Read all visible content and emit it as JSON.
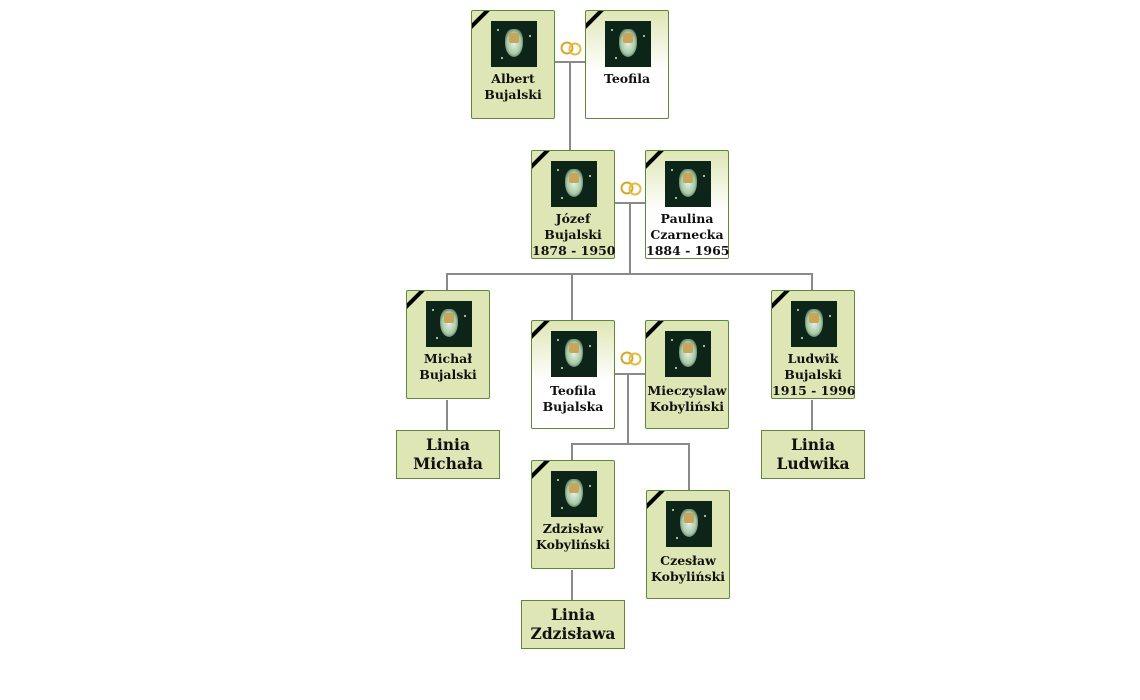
{
  "persons": {
    "albert": {
      "first": "Albert",
      "last": "Bujalski",
      "dates": ""
    },
    "teofila_sr": {
      "first": "Teofila",
      "last": "",
      "dates": ""
    },
    "jozef": {
      "first": "Józef",
      "last": "Bujalski",
      "dates": "1878 - 1950"
    },
    "paulina": {
      "first": "Paulina",
      "last": "Czarnecka",
      "dates": "1884 - 1965"
    },
    "michal": {
      "first": "Michał",
      "last": "Bujalski",
      "dates": ""
    },
    "teofila": {
      "first": "Teofila",
      "last": "Bujalska",
      "dates": ""
    },
    "mieczyslaw": {
      "first": "Mieczyslaw",
      "last": "Kobyliński",
      "dates": ""
    },
    "ludwik": {
      "first": "Ludwik",
      "last": "Bujalski",
      "dates": "1915 - 1996"
    },
    "zdzislaw": {
      "first": "Zdzisław",
      "last": "Kobyliński",
      "dates": ""
    },
    "czeslaw": {
      "first": "Czesław",
      "last": "Kobyliński",
      "dates": ""
    }
  },
  "lines": {
    "michala": {
      "word": "Linia",
      "name": "Michała"
    },
    "ludwika": {
      "word": "Linia",
      "name": "Ludwika"
    },
    "zdzislawa": {
      "word": "Linia",
      "name": "Zdzisława"
    }
  },
  "colors": {
    "card_fill": "#dfe6b5",
    "card_border": "#5c8a3a",
    "connector": "#8a8a8a",
    "rings": "#d4a82a"
  }
}
